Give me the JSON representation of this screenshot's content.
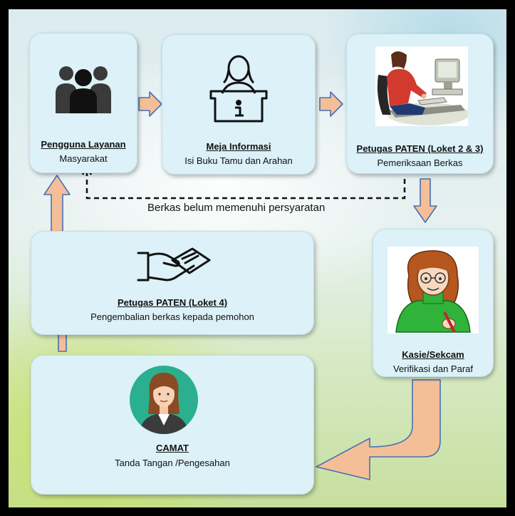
{
  "steps": {
    "pengguna": {
      "title": "Pengguna Layanan",
      "subtitle": "Masyarakat"
    },
    "meja": {
      "title": "Meja Informasi",
      "subtitle": "Isi Buku Tamu dan Arahan"
    },
    "petugas23": {
      "title": "Petugas PATEN (Loket 2 & 3)",
      "subtitle": "Pemeriksaan Berkas"
    },
    "kasie": {
      "title": "Kasie/Sekcam",
      "subtitle": "Verifikasi dan Paraf"
    },
    "camat": {
      "title": "CAMAT",
      "subtitle": "Tanda Tangan /Pengesahan"
    },
    "petugas4": {
      "title": "Petugas PATEN (Loket 4)",
      "subtitle": "Pengembalian berkas kepada pemohon"
    }
  },
  "feedback": {
    "label": "Berkas belum memenuhi persyaratan"
  },
  "colors": {
    "arrow_fill": "#f4bf97",
    "arrow_stroke": "#4a6fb5",
    "box_fill": "#dcf1f8"
  },
  "icons": {
    "pengguna": "users-group-icon",
    "meja": "information-desk-icon",
    "petugas23": "officer-at-computer-icon",
    "kasie": "woman-writing-icon",
    "camat": "official-avatar-icon",
    "petugas4": "hand-giving-document-icon"
  }
}
